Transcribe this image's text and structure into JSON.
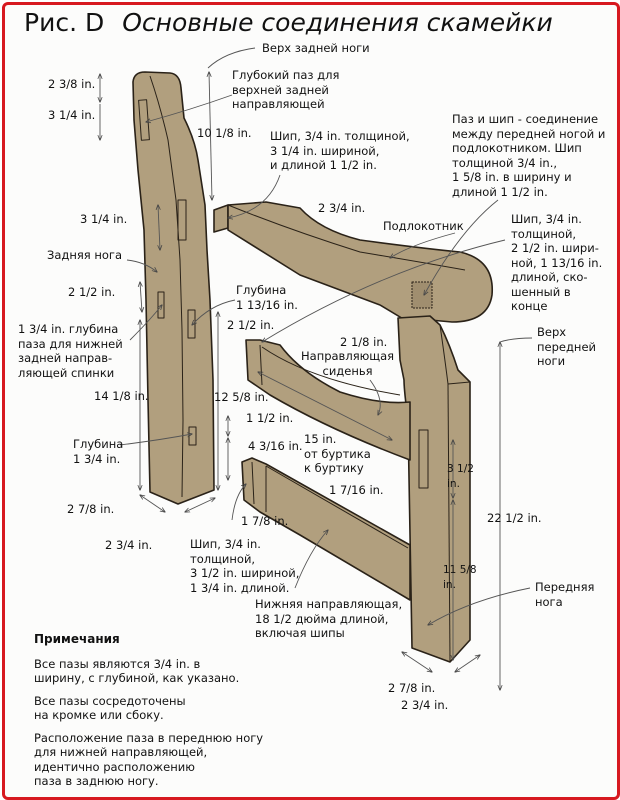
{
  "title": {
    "figure": "Рис. D",
    "name": "Основные соединения скамейки"
  },
  "colors": {
    "frame": "#d71920",
    "wood": "#b19f7e",
    "wood_dark": "#8f7d5e",
    "outline": "#2a2218",
    "dim_line": "#555555"
  },
  "labels": {
    "top_back_leg": "Верх задней ноги",
    "deep_mortise": "Глубокий паз для\nверхней задней\nнаправляющей",
    "dim_2_3_8": "2 3/8 in.",
    "dim_3_1_4_top": "3 1/4 in.",
    "dim_10_1_8": "10 1/8 in.",
    "tenon_armrest_back": "Шип, 3/4 in. толщиной,\n3 1/4 in. шириной,\nи длиной 1 1/2 in.",
    "mortise_tenon_front": "Паз и шип - соединение\nмежду передней ногой и\nподлокотником. Шип\nтолщиной 3/4 in.,\n1 5/8 in. в ширину и\nдлиной 1 1/2 in.",
    "dim_3_1_4_mid": "3 1/4 in.",
    "dim_2_3_4_arm": "2 3/4 in.",
    "armrest": "Подлокотник",
    "tenon_front_leg": "Шип, 3/4 in.\nтолщиной,\n2 1/2 in. шири-\nной, 1 13/16 in.\nдлиной, ско-\nшенный в\nконце",
    "back_leg": "Задняя нога",
    "dim_2_1_2_left": "2 1/2 in.",
    "depth_1_13_16": "Глубина\n1 13/16 in.",
    "dim_2_1_2_mid": "2 1/2 in.",
    "lower_back_mortise": "1 3/4 in. глубина\nпаза для нижней\nзадней направ-\nляющей спинки",
    "dim_2_1_8": "2 1/8 in.",
    "top_front_leg": "Верх\nпередней\nноги",
    "seat_rail": "Направляющая\nсиденья",
    "dim_14_1_8": "14 1/8 in.",
    "dim_12_5_8": "12 5/8 in.",
    "dim_1_1_2": "1 1/2 in.",
    "depth_1_3_4": "Глубина\n1 3/4 in.",
    "dim_4_3_16": "4 3/16 in.",
    "dim_15": "15 in.\nот буртика\nк буртику",
    "dim_3_1_2_front": "3 1/2\nin.",
    "dim_1_7_16": "1 7/16 in.",
    "dim_2_7_8_back": "2 7/8 in.",
    "dim_1_7_8": "1 7/8 in.",
    "dim_22_1_2": "22 1/2 in.",
    "dim_2_3_4_back": "2 3/4 in.",
    "tenon_lower_rail": "Шип, 3/4 in.\nтолщиной,\n3 1/2 in. шириной,\n1 3/4 in. длиной.",
    "dim_11_5_8": "11 5/8\nin.",
    "front_leg": "Передняя\nнога",
    "lower_rail": "Нижняя направляющая,\n18 1/2 дюйма длиной,\nвключая шипы",
    "dim_2_7_8_front": "2 7/8 in.",
    "dim_2_3_4_front": "2 3/4 in."
  },
  "notes": {
    "heading": "Примечания",
    "items": [
      "Все пазы являются 3/4 in.  в\nширину, с глубиной, как указано.",
      "Все пазы сосредоточены\nна кромке или сбоку.",
      "Расположение паза в переднюю ногу\nдля нижней направляющей,\nидентично расположению\nпаза в заднюю ногу."
    ]
  }
}
